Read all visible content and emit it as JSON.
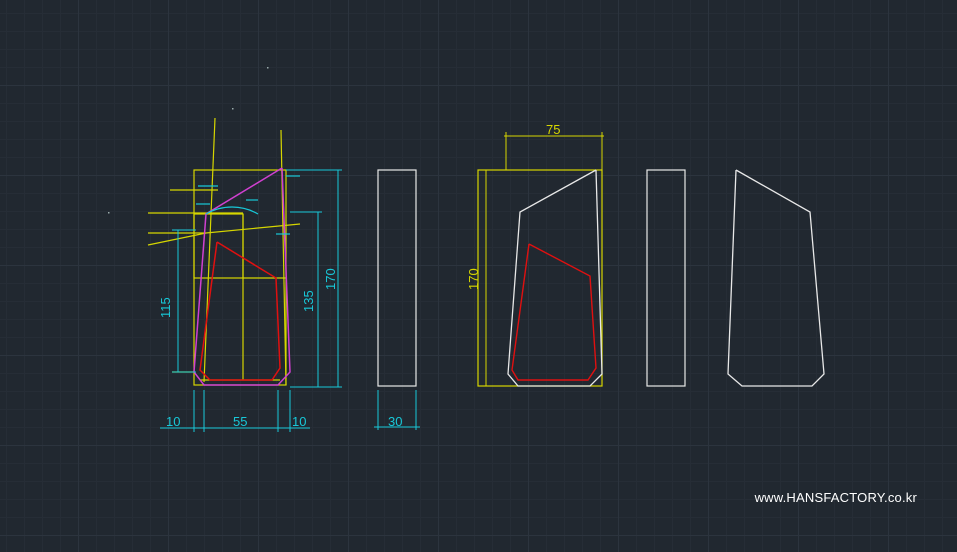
{
  "colors": {
    "background": "#212830",
    "dimension": "#18c8d8",
    "construction": "#d6d600",
    "outline": "#e8e8e8",
    "inner": "#e01010",
    "magenta": "#d040d0"
  },
  "watermark": "www.HANSFACTORY.co.kr",
  "view1": {
    "dim_width_left": "10",
    "dim_width_middle": "55",
    "dim_width_right": "10",
    "dim_height_inner": "115",
    "dim_height_mid": "135",
    "dim_height_total": "170"
  },
  "view2": {
    "dim_width": "30"
  },
  "view3": {
    "dim_width": "75",
    "dim_height": "170"
  }
}
